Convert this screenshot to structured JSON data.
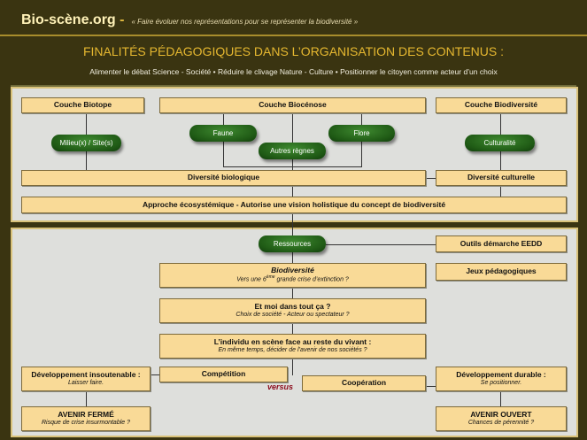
{
  "header": {
    "brand": "Bio-scène.org",
    "brand_dash": "-",
    "tagline": "« Faire évoluer nos représentations pour se représenter la biodiversité »"
  },
  "title": "FINALITÉS PÉDAGOGIQUES DANS L’ORGANISATION DES CONTENUS :",
  "subtitle": "Alimenter le débat Science - Société  •  Réduire le clivage Nature - Culture • Positionner le citoyen comme acteur d’un choix",
  "panel1": {
    "biotope": "Couche Biotope",
    "biocenose": "Couche Biocénose",
    "biodiversite": "Couche Biodiversité",
    "milieu": "Milieu(x) / Site(s)",
    "faune": "Faune",
    "flore": "Flore",
    "autres": "Autres règnes",
    "culturalite": "Culturalité",
    "div_bio": "Diversité biologique",
    "div_cult": "Diversité culturelle",
    "approche": "Approche écosystémique - Autorise une vision holistique du concept de biodiversité"
  },
  "panel2": {
    "ressources": "Ressources",
    "outils": "Outils démarche EEDD",
    "jeux": "Jeux pédagogiques",
    "biodiv_title": "Biodiversité",
    "biodiv_sub_a": "Vers une 6",
    "biodiv_sup": "ème",
    "biodiv_sub_b": " grande crise d’extinction ?",
    "etmoi_title": "Et moi dans tout ça ?",
    "etmoi_sub": "Choix de société - Acteur ou spectateur ?",
    "individu_title": "L’individu en scène face au reste du vivant :",
    "individu_sub": "En même temps, décider de l’avenir de nos sociétés ?",
    "insout_title": "Développement insoutenable :",
    "insout_sub": "Laisser faire.",
    "competition": "Compétition",
    "versus": "versus",
    "cooperation": "Coopération",
    "durable_title": "Développement durable :",
    "durable_sub": "Se positionner.",
    "ferme_title": "AVENIR FERMÉ",
    "ferme_sub": "Risque de crise insurmontable ?",
    "ouvert_title": "AVENIR OUVERT",
    "ouvert_sub": "Chances de pérennité ?"
  }
}
